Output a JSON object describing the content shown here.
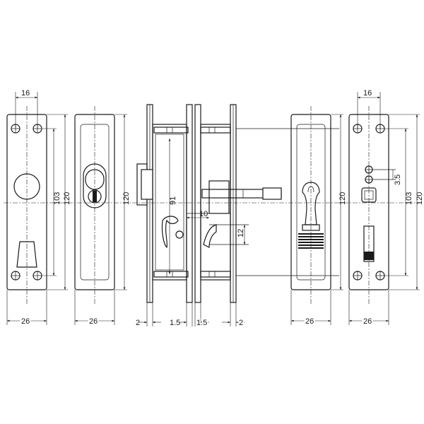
{
  "dimensions": {
    "width_26": "26",
    "hole_spacing_16": "16",
    "height_103": "103",
    "height_120": "120",
    "height_91": "91",
    "offset_10": "10",
    "offset_12": "12",
    "spacing_3_5": "3.5",
    "thickness_2": "2",
    "thickness_1_5": "1.5"
  }
}
